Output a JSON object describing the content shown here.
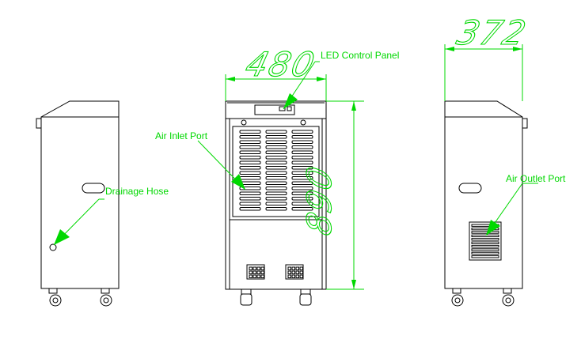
{
  "dimensions": {
    "width": "480",
    "depth": "372",
    "height": "890"
  },
  "callouts": {
    "led_control_panel": "LED Control Panel",
    "air_inlet_port": "Air Inlet Port",
    "drainage_hose": "Drainage Hose",
    "air_outlet_port": "Air Outlet Port"
  },
  "colors": {
    "annotation": "#00d800",
    "linework": "#000000"
  }
}
